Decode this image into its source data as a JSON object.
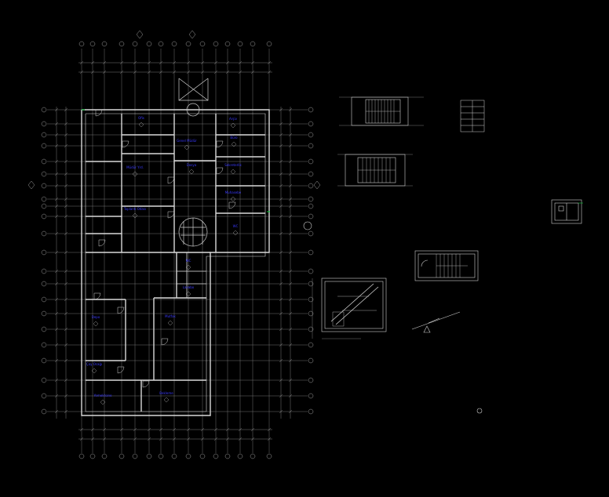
{
  "drawing": {
    "background": "#000000",
    "wall_color": "#d9d9d9",
    "grid_color": "#8a8a8a",
    "label_color": "#3a3aff",
    "accent_color": "#00cc33"
  },
  "rooms": [
    {
      "key": "r1",
      "label": "Ofis"
    },
    {
      "key": "r2",
      "label": "Arşiv"
    },
    {
      "key": "r3",
      "label": "Genel Müdür"
    },
    {
      "key": "r4",
      "label": "Büro"
    },
    {
      "key": "r5",
      "label": "Müdür Yrd."
    },
    {
      "key": "r6",
      "label": "Toplantı Odası"
    },
    {
      "key": "r7",
      "label": "Sekreterlik"
    },
    {
      "key": "r8",
      "label": "Muhasebe"
    },
    {
      "key": "r9",
      "label": "WC"
    },
    {
      "key": "r10",
      "label": "WC"
    },
    {
      "key": "r11",
      "label": "Lavabo"
    },
    {
      "key": "r12",
      "label": "Depo"
    },
    {
      "key": "r13",
      "label": "Mutfak"
    },
    {
      "key": "r14",
      "label": "Çay Ocağı"
    },
    {
      "key": "r15",
      "label": "Yemekhane"
    },
    {
      "key": "r16",
      "label": "Bekleme"
    },
    {
      "key": "r17",
      "label": "Dosya"
    }
  ]
}
